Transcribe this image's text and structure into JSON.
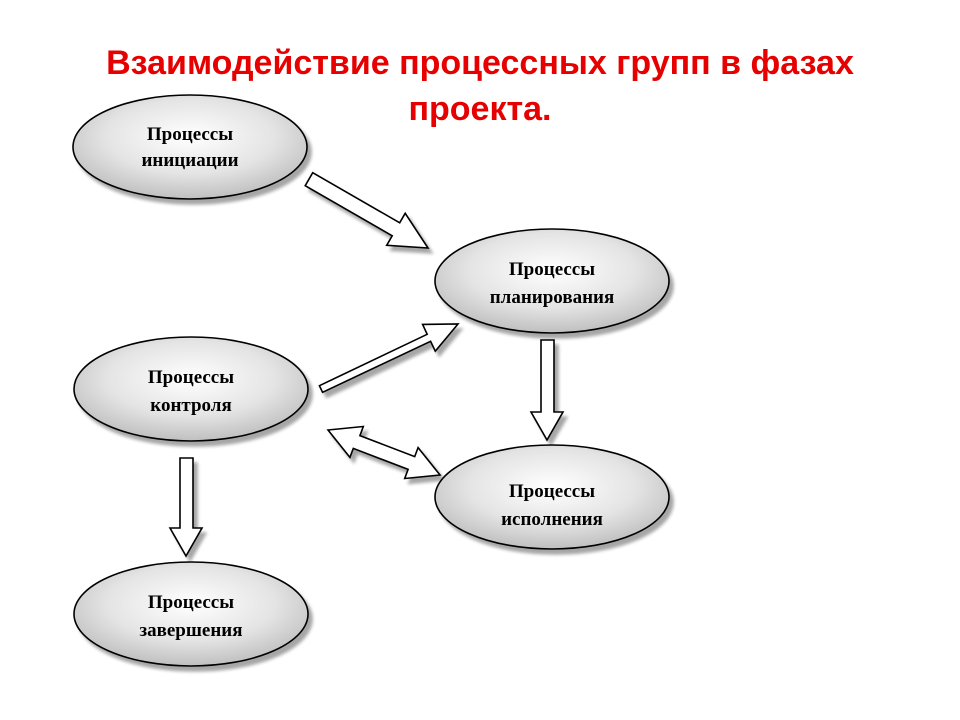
{
  "title": {
    "line1": "Взаимодействие процессных групп в фазах",
    "line2": "проекта."
  },
  "nodes": {
    "initiation": {
      "line1": "Процессы",
      "line2": "инициации"
    },
    "planning": {
      "line1": "Процессы",
      "line2": "планирования"
    },
    "control": {
      "line1": "Процессы",
      "line2": "контроля"
    },
    "execution": {
      "line1": "Процессы",
      "line2": "исполнения"
    },
    "closing": {
      "line1": "Процессы",
      "line2": "завершения"
    }
  },
  "colors": {
    "title": "#e60000",
    "node_fill_light": "#ffffff",
    "node_fill_dark": "#b8b8b8",
    "stroke": "#000000"
  }
}
